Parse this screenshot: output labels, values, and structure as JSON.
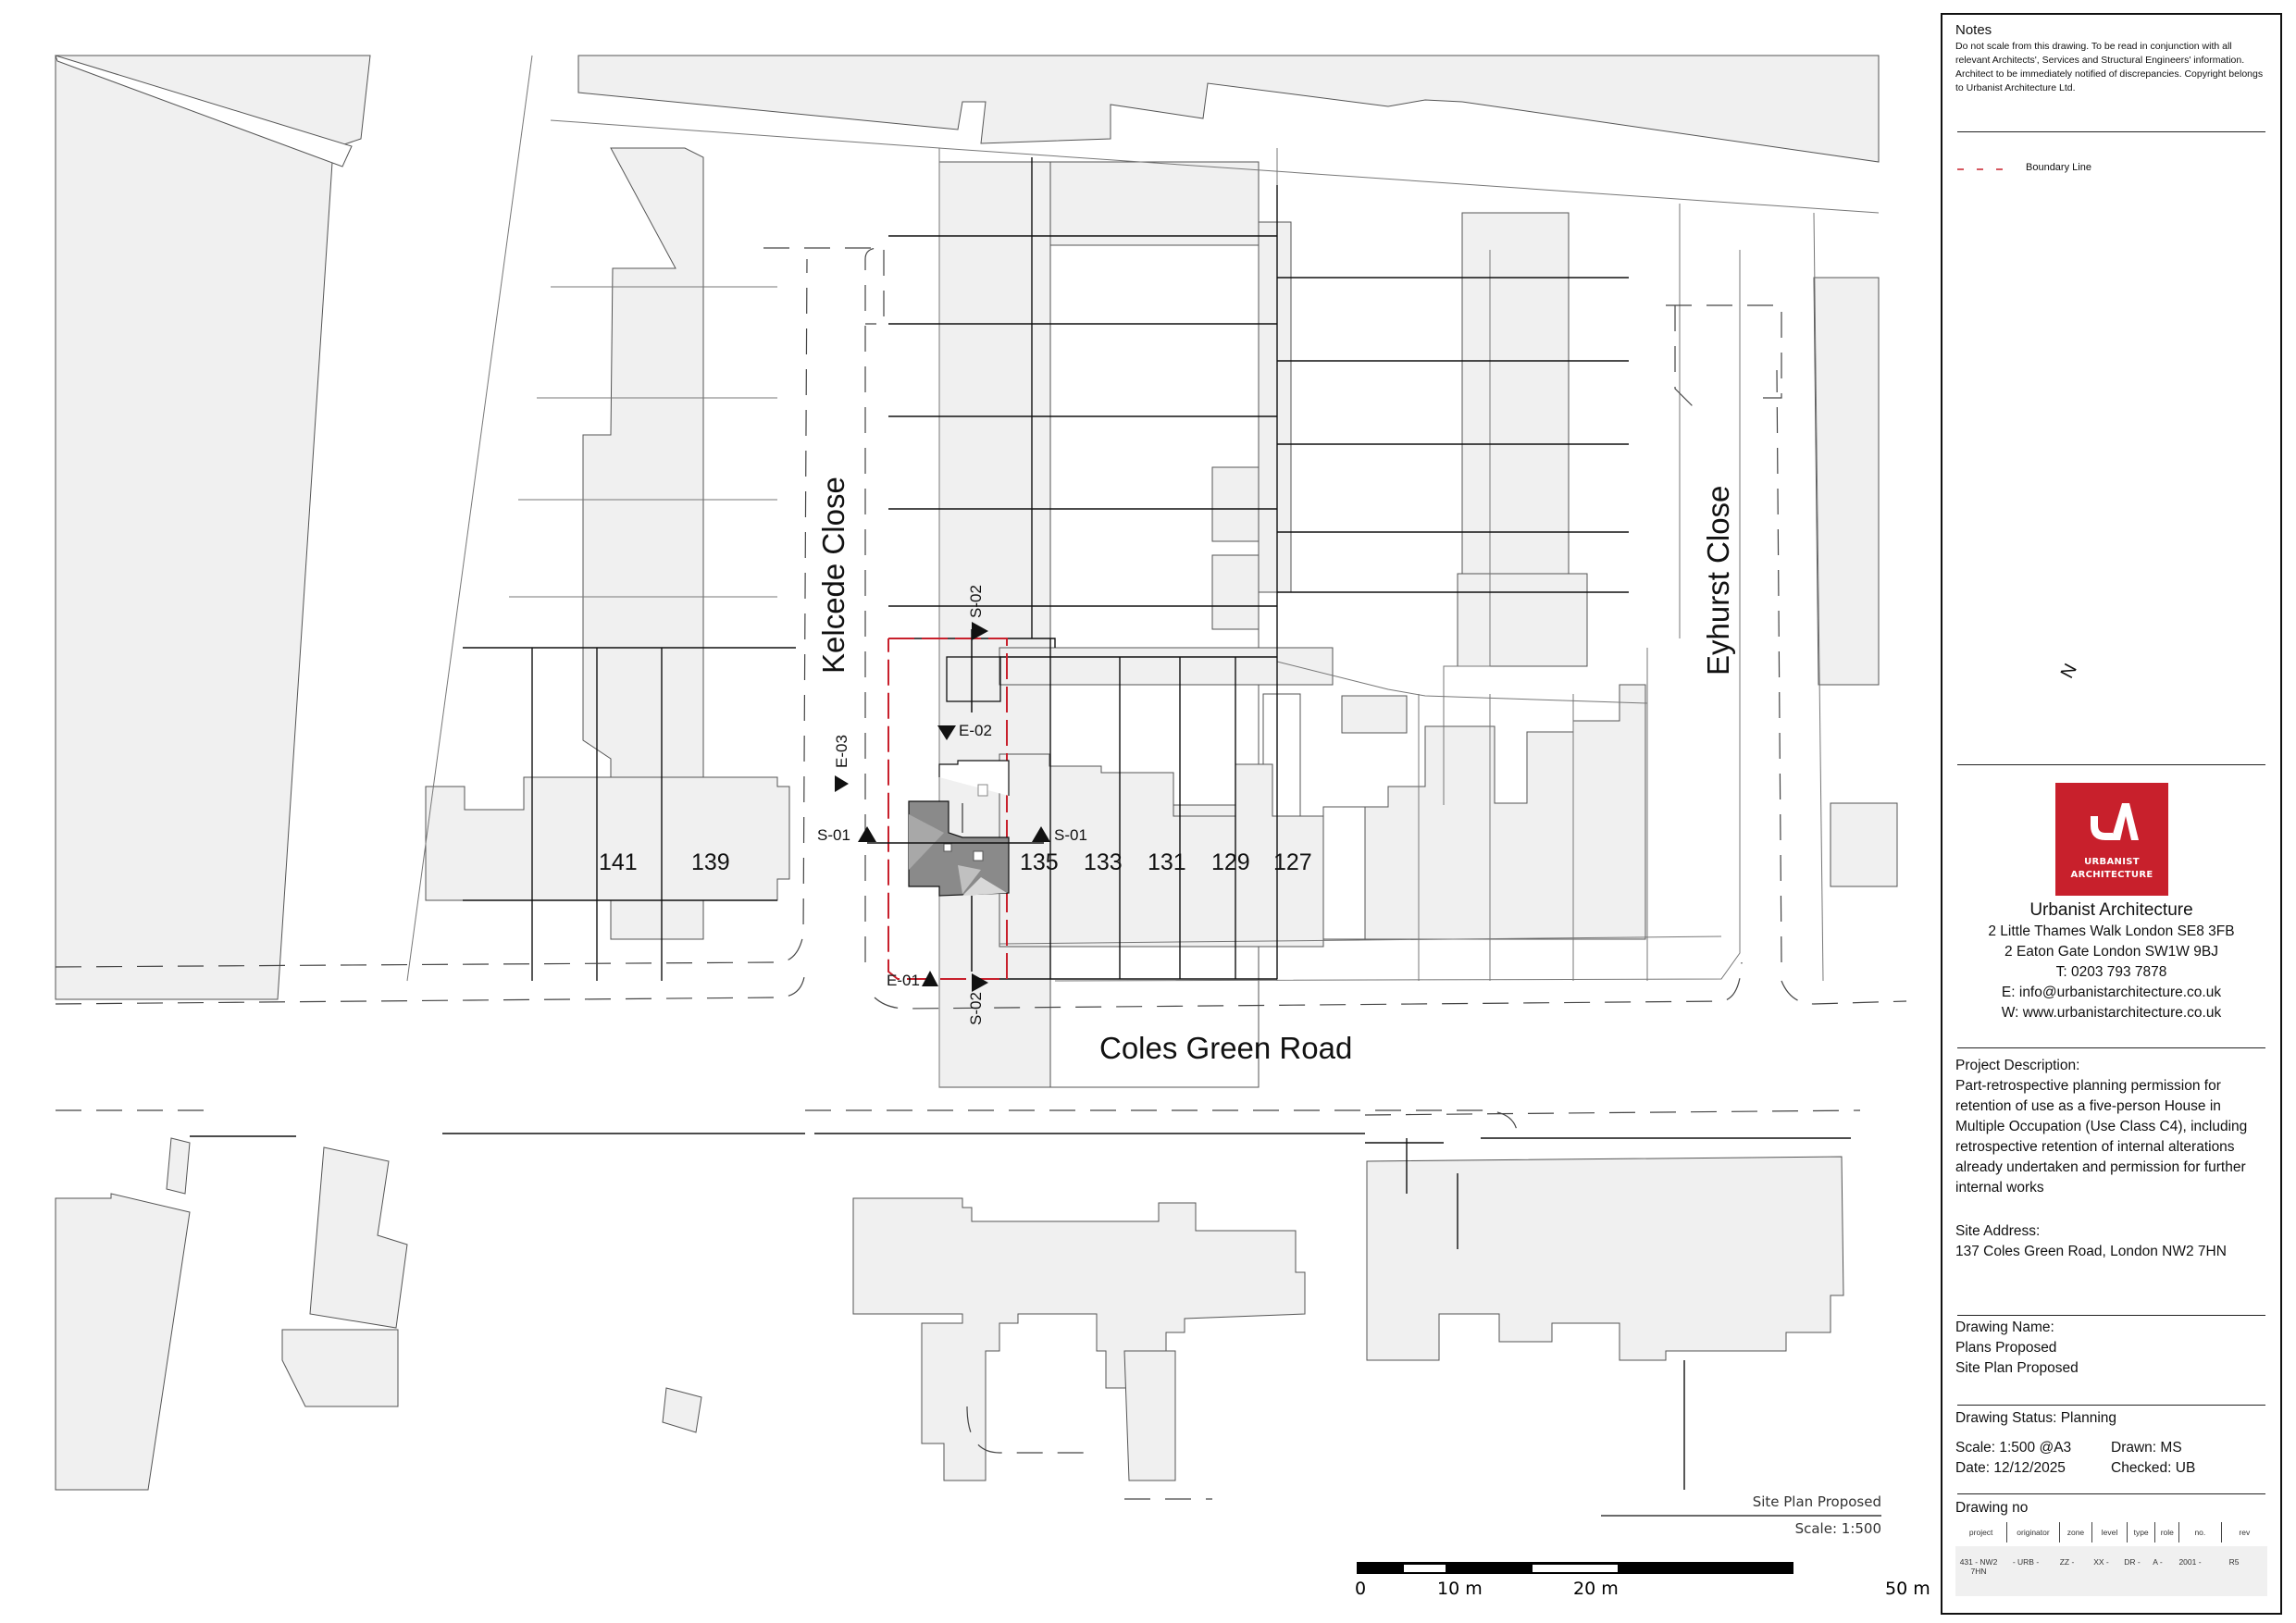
{
  "map": {
    "roads": {
      "kelcede_close": "Kelcede Close",
      "eyhurst_close": "Eyhurst Close",
      "coles_green_road": "Coles Green Road"
    },
    "house_numbers": [
      "141",
      "139",
      "135",
      "133",
      "131",
      "129",
      "127"
    ],
    "section_markers": {
      "s02_top": "S-02",
      "s02_bottom": "S-02",
      "e02": "E-02",
      "e03": "E-03",
      "s01_left": "S-01",
      "s01_right": "S-01",
      "e01": "E-01"
    },
    "north_arrow": {
      "label": "N"
    },
    "caption": {
      "title": "Site Plan Proposed",
      "scale": "Scale: 1:500"
    },
    "scale_bar": {
      "labels": [
        "0",
        "10 m",
        "20 m",
        "50 m"
      ]
    },
    "colors": {
      "building_fill": "#f0f0f0",
      "boundary_red": "#c8202c",
      "line": "#111111"
    }
  },
  "titleblock": {
    "notes": {
      "heading": "Notes",
      "body": "Do not scale from this drawing. To be read in conjunction with all relevant Architects', Services and Structural Engineers' information. Architect to be immediately notified of discrepancies. Copyright belongs to Urbanist Architecture Ltd."
    },
    "legend": {
      "boundary_line": "Boundary Line"
    },
    "logo": {
      "line1": "URBANIST",
      "line2": "ARCHITECTURE",
      "color": "#c8202c"
    },
    "company": {
      "name": "Urbanist Architecture",
      "address1": "2 Little Thames Walk London SE8 3FB",
      "address2": "2 Eaton Gate London SW1W 9BJ",
      "phone": "T: 0203 793 7878",
      "email": "E: info@urbanistarchitecture.co.uk",
      "web": "W: www.urbanistarchitecture.co.uk"
    },
    "project": {
      "heading": "Project Description:",
      "description": "Part-retrospective planning permission for retention of use as a five-person House in Multiple Occupation (Use Class C4), including retrospective retention of internal alterations already undertaken and permission for further internal works"
    },
    "site": {
      "heading": "Site Address:",
      "address": "137 Coles Green Road, London NW2 7HN"
    },
    "drawing_name": {
      "heading": "Drawing Name:",
      "line1": "Plans Proposed",
      "line2": "Site Plan Proposed"
    },
    "status": "Drawing Status: Planning",
    "scale": "Scale: 1:500 @A3",
    "drawn": "Drawn: MS",
    "date": "Date: 12/12/2025",
    "checked": "Checked: UB",
    "drawing_no": {
      "heading": "Drawing no",
      "columns": [
        "project",
        "originator",
        "zone",
        "level",
        "type",
        "role",
        "no.",
        "rev"
      ],
      "values": [
        "431 - NW2 7HN",
        "- URB -",
        "ZZ -",
        "XX -",
        "DR -",
        "A -",
        "2001 -",
        "R5"
      ]
    }
  }
}
